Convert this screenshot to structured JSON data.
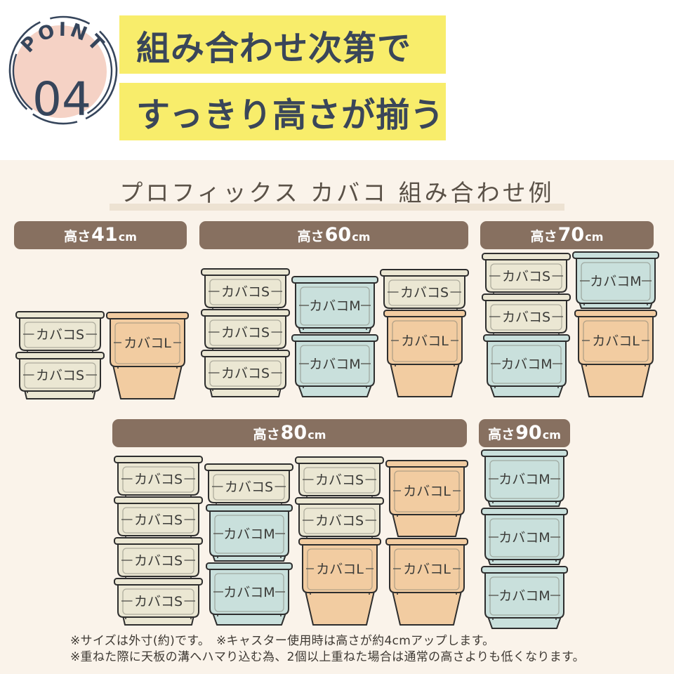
{
  "point_badge": {
    "label": "POINT",
    "number": "04"
  },
  "headline": {
    "line1": "組み合わせ次第で",
    "line2": "すっきり高さが揃う"
  },
  "section": {
    "heading": "プロフィックス カバコ 組み合わせ例",
    "box_labels": {
      "S": "カバコS",
      "M": "カバコM",
      "L": "カバコL"
    },
    "groups": [
      {
        "id": "41",
        "height": {
          "prefix": "高さ",
          "value": "41",
          "unit": "cm"
        },
        "columns": [
          [
            "S",
            "S"
          ],
          [
            "L"
          ]
        ]
      },
      {
        "id": "60",
        "height": {
          "prefix": "高さ",
          "value": "60",
          "unit": "cm"
        },
        "columns": [
          [
            "S",
            "S",
            "S"
          ],
          [
            "M",
            "M"
          ],
          [
            "S",
            "L"
          ]
        ]
      },
      {
        "id": "70",
        "height": {
          "prefix": "高さ",
          "value": "70",
          "unit": "cm"
        },
        "columns": [
          [
            "S",
            "S",
            "M"
          ],
          [
            "M",
            "L"
          ]
        ]
      },
      {
        "id": "80",
        "height": {
          "prefix": "高さ",
          "value": "80",
          "unit": "cm"
        },
        "columns": [
          [
            "S",
            "S",
            "S",
            "S"
          ],
          [
            "S",
            "M",
            "M"
          ],
          [
            "S",
            "S",
            "L"
          ],
          [
            "L",
            "L"
          ]
        ]
      },
      {
        "id": "90",
        "height": {
          "prefix": "高さ",
          "value": "90",
          "unit": "cm"
        },
        "columns": [
          [
            "M",
            "M",
            "M"
          ]
        ]
      }
    ],
    "notes": [
      "※サイズは外寸(約)です。　※キャスター使用時は高さが約4cmアップします。",
      "※重ねた際に天板の溝へハマり込む為、2個以上重ねた場合は通常の高さよりも低くなります。"
    ]
  },
  "colors": {
    "S": "#EBE7D3",
    "M": "#C9E0DC",
    "L": "#F2CCA1",
    "outline": "#2E2E2E",
    "accent_yellow": "#F8ED6B",
    "navy": "#3A4659",
    "header_brown": "#877060",
    "badge_pink": "#F5D2C5",
    "background_cream": "#FAF3EA"
  }
}
